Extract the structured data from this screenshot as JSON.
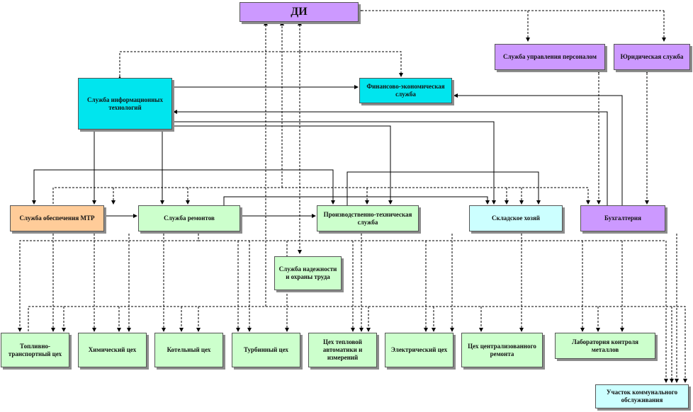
{
  "nodes": {
    "di": "ДИ",
    "personnel": "Служба управления персоналом",
    "legal": "Юридическая служба",
    "it": "Служба информационных технологий",
    "finance": "Финансово-экономическая служба",
    "mtr": "Служба обеспечения МТР",
    "repair": "Служба ремонтов",
    "pts": "Производственно-техническая служба",
    "warehouse": "Складское хозяй",
    "accounting": "Бухгалтерия",
    "safety": "Служба надежности и охраны труда",
    "fuel": "Топливно-транспортный цех",
    "chem": "Химический цех",
    "boiler": "Котельный цех",
    "turbine": "Турбинный цех",
    "thermo": "Цех тепловой автоматики и измерений",
    "electric": "Электрический цех",
    "central_repair": "Цех централизованного ремонта",
    "lab": "Лаборатория контроля металлов",
    "service": "Участок коммунального обслуживания"
  },
  "colors": {
    "management": "#cc99ff",
    "it_finance": "#00e5ee",
    "supply": "#ffcc99",
    "workshops": "#ccffcc",
    "warehouse": "#ccffff"
  }
}
